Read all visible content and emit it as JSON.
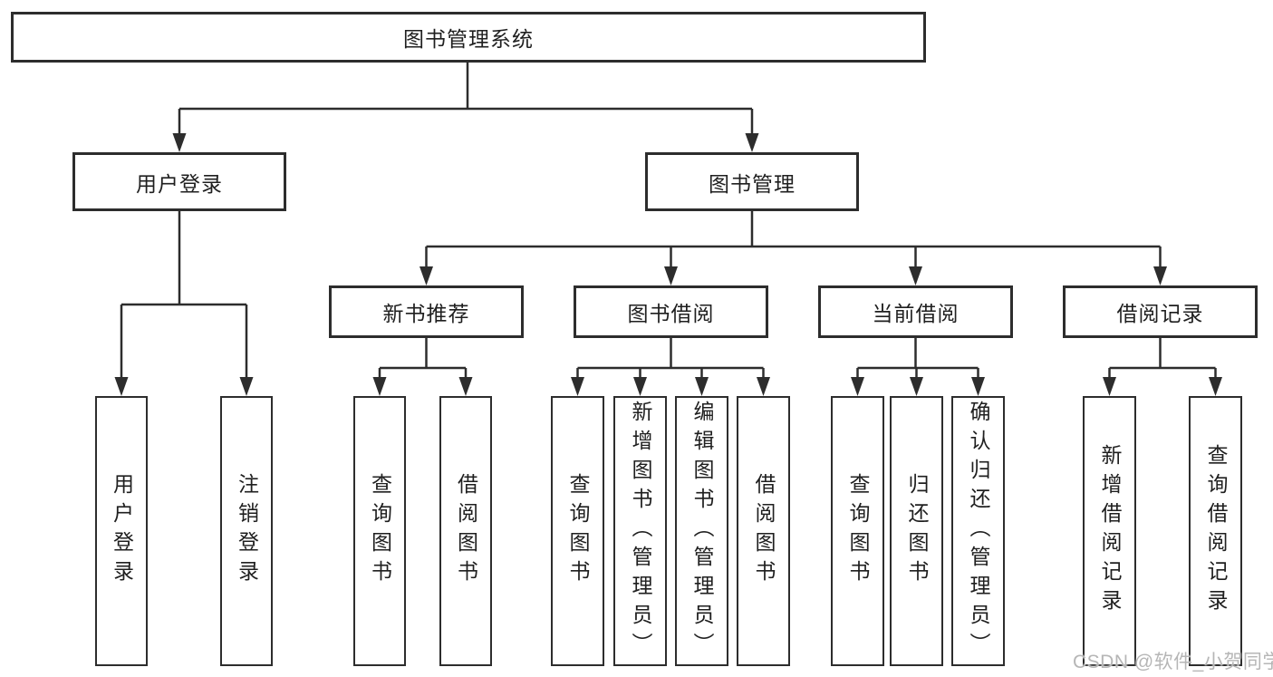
{
  "tree": {
    "label": "图书管理系统",
    "children": [
      {
        "label": "用户登录",
        "children": [
          {
            "label": "用户登录"
          },
          {
            "label": "注销登录"
          }
        ]
      },
      {
        "label": "图书管理",
        "children": [
          {
            "label": "新书推荐",
            "children": [
              {
                "label": "查询图书"
              },
              {
                "label": "借阅图书"
              }
            ]
          },
          {
            "label": "图书借阅",
            "children": [
              {
                "label": "查询图书"
              },
              {
                "label": "新增图书（管理员）"
              },
              {
                "label": "编辑图书（管理员）"
              },
              {
                "label": "借阅图书"
              }
            ]
          },
          {
            "label": "当前借阅",
            "children": [
              {
                "label": "查询图书"
              },
              {
                "label": "归还图书"
              },
              {
                "label": "确认归还（管理员）"
              }
            ]
          },
          {
            "label": "借阅记录",
            "children": [
              {
                "label": "新增借阅记录"
              },
              {
                "label": "查询借阅记录"
              }
            ]
          }
        ]
      }
    ]
  },
  "watermark": {
    "text": "CSDN @软件_小贺同学"
  },
  "colors": {
    "line": "#2d2d2d",
    "box_border": "#2d2d2d",
    "box_fill": "#ffffff",
    "text": "#1f1f1f",
    "watermark": "#b6b6b6",
    "background": "#ffffff"
  }
}
